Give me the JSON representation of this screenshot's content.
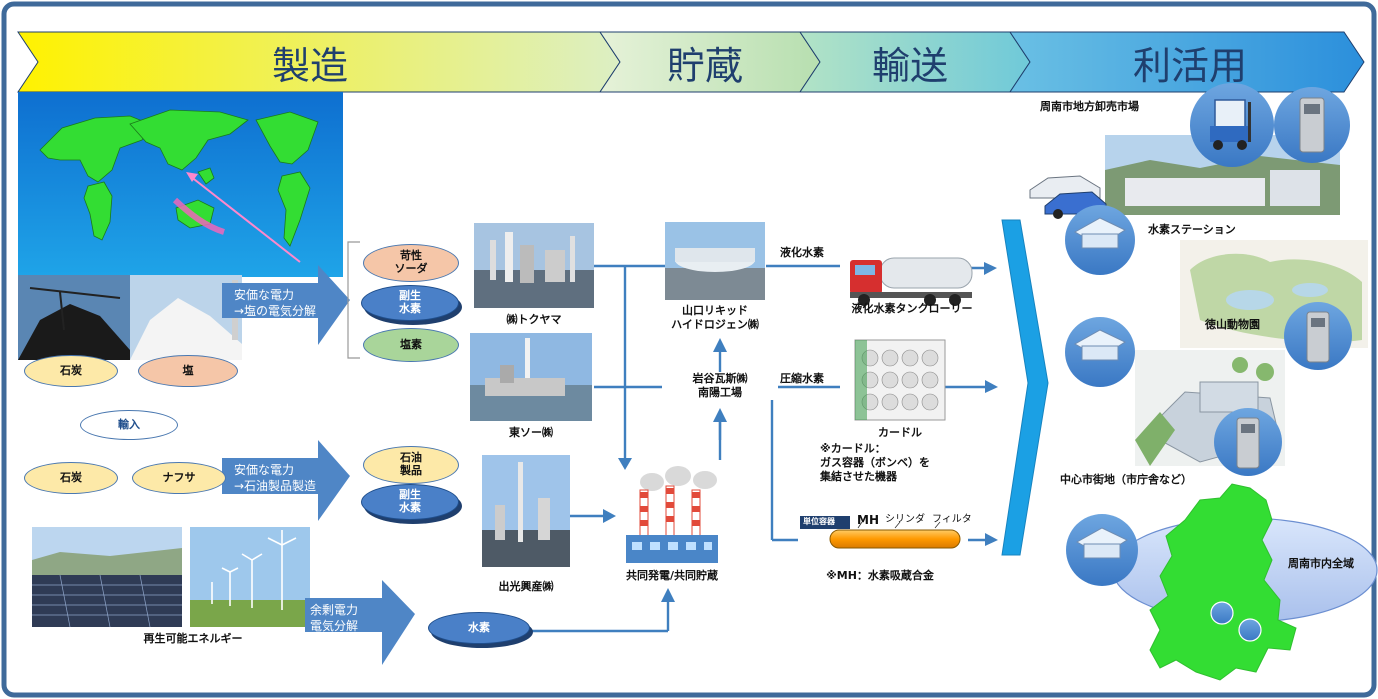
{
  "stages": [
    "製造",
    "貯蔵",
    "輸送",
    "利活用"
  ],
  "manufacturing": {
    "coal": "石炭",
    "salt": "塩",
    "import": "輸入",
    "naphtha": "ナフサ",
    "caustic_soda": "苛性\nソーダ",
    "byproduct_h2": "副生\n水素",
    "chlorine": "塩素",
    "oil_products": "石油\n製品",
    "hydrogen": "水素",
    "electrolysis_arrow": "安価な電力\n→塩の電気分解",
    "oil_arrow": "安価な電力\n→石油製品製造",
    "surplus_arrow": "余剰電力\n電気分解",
    "renewable": "再生可能エネルギー"
  },
  "companies": {
    "tokuyama": "㈱トクヤマ",
    "tosoh": "東ソー㈱",
    "idemitsu": "出光興産㈱",
    "yamaguchi_liquid": "山口リキッド\nハイドロジェン㈱",
    "iwatani": "岩谷瓦斯㈱\n南陽工場",
    "joint": "共同発電/共同貯蔵"
  },
  "transport": {
    "liquid_h2": "液化水素",
    "compressed_h2": "圧縮水素",
    "tanker": "液化水素タンクローリー",
    "curdle": "カードル",
    "curdle_note": "※カードル：\nガス容器（ボンベ）を\n集結させた機器",
    "mh_unit": "単位容器",
    "mh": "MH",
    "cylinder": "シリンダ",
    "filter": "フィルタ",
    "mh_note": "※MH：水素吸蔵合金"
  },
  "utilization": {
    "market": "周南市地方卸売市場",
    "station": "水素ステーション",
    "zoo": "徳山動物園",
    "center": "中心市街地（市庁舎など）",
    "city": "周南市内全域"
  },
  "colors": {
    "frame": "#3f6a9a",
    "arrow_blue": "#4f86c6",
    "line_blue": "#3f7fbf",
    "land_green": "#33dd33",
    "sea_blue": "#1e8fe0"
  }
}
